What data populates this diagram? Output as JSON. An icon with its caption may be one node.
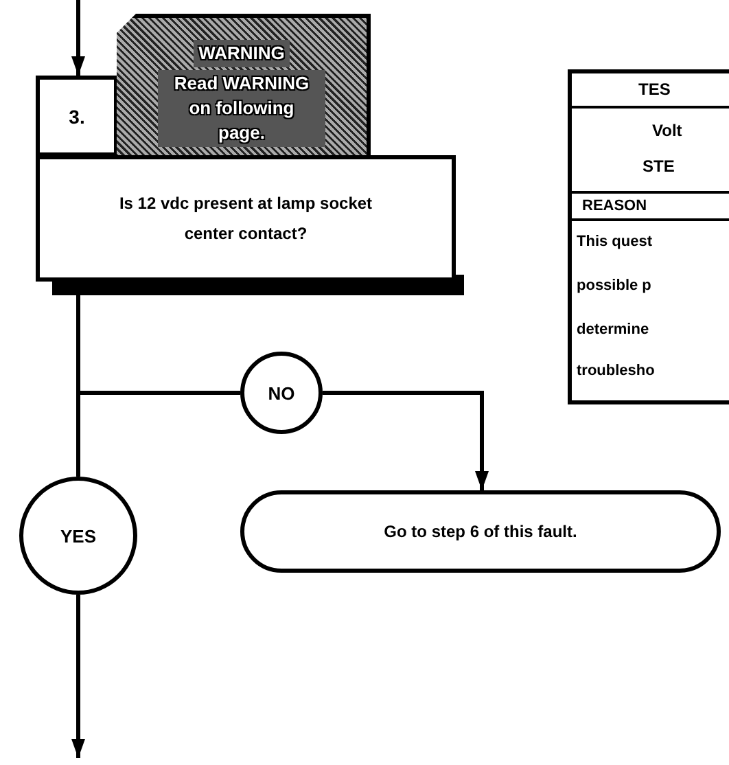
{
  "diagram": {
    "nodes": [
      {
        "text": [
          "3."
        ]
      },
      {
        "text": [
          "WARNING",
          "Read WARNING on following page."
        ]
      },
      {
        "text": [
          "Is 12 vdc present at lamp socket center contact?"
        ]
      },
      {
        "text": [
          "NO"
        ]
      },
      {
        "text": [
          "YES"
        ]
      },
      {
        "text": [
          "Go to step 6 of this fault."
        ]
      }
    ],
    "edges": [
      {
        "from": null,
        "to": 0,
        "arrow": "to"
      },
      {
        "from": 2,
        "to": 3,
        "arrow": "none"
      },
      {
        "from": 2,
        "to": 4,
        "arrow": "none"
      },
      {
        "from": 3,
        "to": 5,
        "arrow": "to"
      },
      {
        "from": 4,
        "to": null,
        "arrow": "to"
      }
    ],
    "labels": [
      "TES",
      "Volt",
      "STE",
      "REASON",
      "This quest",
      "possible p",
      "determine",
      "troublesho"
    ]
  }
}
